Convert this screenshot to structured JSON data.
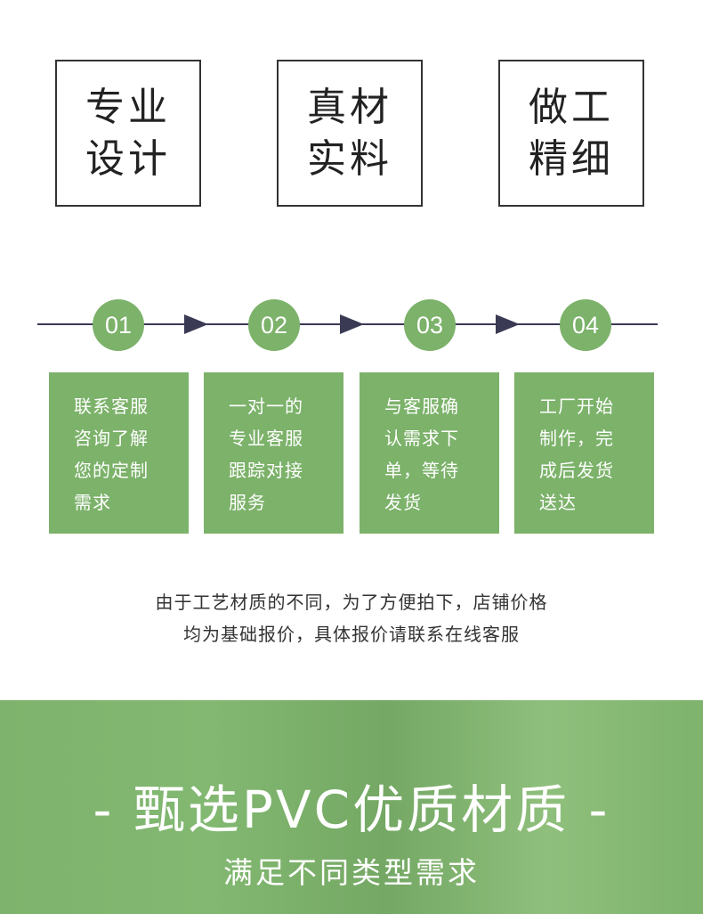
{
  "features": [
    {
      "line1": "专业",
      "line2": "设计"
    },
    {
      "line1": "真材",
      "line2": "实料"
    },
    {
      "line1": "做工",
      "line2": "精细"
    }
  ],
  "steps": [
    {
      "number": "01",
      "lines": [
        "联系客服",
        "咨询了解",
        "您的定制",
        "需求"
      ]
    },
    {
      "number": "02",
      "lines": [
        "一对一的",
        "专业客服",
        "跟踪对接",
        "服务"
      ]
    },
    {
      "number": "03",
      "lines": [
        "与客服确",
        "认需求下",
        "单，等待",
        "发货"
      ]
    },
    {
      "number": "04",
      "lines": [
        "工厂开始",
        "制作，完",
        "成后发货",
        "送达"
      ]
    }
  ],
  "notice": {
    "line1": "由于工艺材质的不同，为了方便拍下，店铺价格",
    "line2": "均为基础报价，具体报价请联系在线客服"
  },
  "banner": {
    "title": "- 甄选PVC优质材质 -",
    "subtitle": "满足不同类型需求"
  },
  "colors": {
    "accent_green": "#7cb26a",
    "timeline": "#3a3a55",
    "text": "#333333"
  }
}
